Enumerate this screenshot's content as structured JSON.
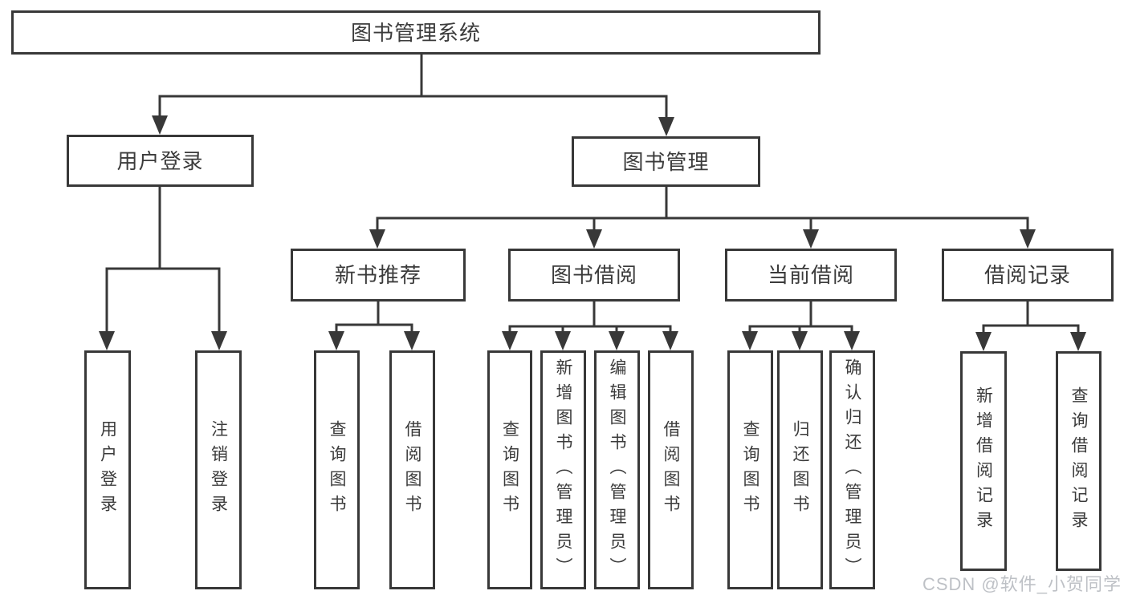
{
  "diagram_type": "hierarchy-tree",
  "colors": {
    "background": "#ffffff",
    "line": "#383838",
    "box_border": "#383838",
    "box_fill": "#ffffff",
    "text": "#3b3b3b",
    "watermark": "#b8bcc1"
  },
  "nodes": {
    "root": {
      "label": "图书管理系统"
    },
    "user_login": {
      "label": "用户登录"
    },
    "book_mgmt": {
      "label": "图书管理"
    },
    "new_book_rec": {
      "label": "新书推荐"
    },
    "book_borrow": {
      "label": "图书借阅"
    },
    "current_borrow": {
      "label": "当前借阅"
    },
    "borrow_records": {
      "label": "借阅记录"
    },
    "leaf_user_login": {
      "label": "用户登录"
    },
    "leaf_logout": {
      "label": "注销登录"
    },
    "leaf_query_books_rec": {
      "label": "查询图书"
    },
    "leaf_borrow_books_rec": {
      "label": "借阅图书"
    },
    "leaf_query_books_borrow": {
      "label": "查询图书"
    },
    "leaf_add_books": {
      "label": "新增图书（管理员）"
    },
    "leaf_edit_books": {
      "label": "编辑图书（管理员）"
    },
    "leaf_borrow_books": {
      "label": "借阅图书"
    },
    "leaf_query_books_current": {
      "label": "查询图书"
    },
    "leaf_return_books": {
      "label": "归还图书"
    },
    "leaf_confirm_return": {
      "label": "确认归还（管理员）"
    },
    "leaf_add_record": {
      "label": "新增借阅记录"
    },
    "leaf_query_record": {
      "label": "查询借阅记录"
    }
  },
  "tree": {
    "图书管理系统": {
      "用户登录": [
        "用户登录",
        "注销登录"
      ],
      "图书管理": {
        "新书推荐": [
          "查询图书",
          "借阅图书"
        ],
        "图书借阅": [
          "查询图书",
          "新增图书（管理员）",
          "编辑图书（管理员）",
          "借阅图书"
        ],
        "当前借阅": [
          "查询图书",
          "归还图书",
          "确认归还（管理员）"
        ],
        "借阅记录": [
          "新增借阅记录",
          "查询借阅记录"
        ]
      }
    }
  },
  "watermark": {
    "text": "CSDN @软件_小贺同学"
  }
}
